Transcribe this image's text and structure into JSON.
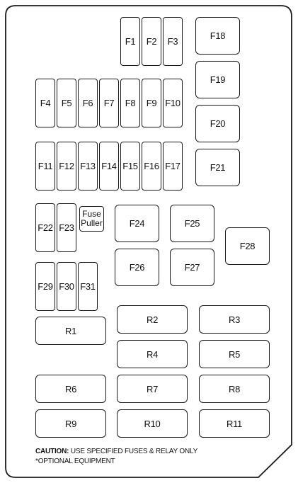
{
  "fuses": {
    "F1": "F1",
    "F2": "F2",
    "F3": "F3",
    "F4": "F4",
    "F5": "F5",
    "F6": "F6",
    "F7": "F7",
    "F8": "F8",
    "F9": "F9",
    "F10": "F10",
    "F11": "F11",
    "F12": "F12",
    "F13": "F13",
    "F14": "F14",
    "F15": "F15",
    "F16": "F16",
    "F17": "F17",
    "F18": "F18",
    "F19": "F19",
    "F20": "F20",
    "F21": "F21",
    "F22": "F22",
    "F23": "F23",
    "F24": "F24",
    "F25": "F25",
    "F26": "F26",
    "F27": "F27",
    "F28": "F28",
    "F29": "F29",
    "F30": "F30",
    "F31": "F31"
  },
  "relays": {
    "R1": "R1",
    "R2": "R2",
    "R3": "R3",
    "R4": "R4",
    "R5": "R5",
    "R6": "R6",
    "R7": "R7",
    "R8": "R8",
    "R9": "R9",
    "R10": "R10",
    "R11": "R11"
  },
  "fuse_puller": {
    "line1": "Fuse",
    "line2": "Puller"
  },
  "notes": {
    "caution_label": "CAUTION:",
    "caution_text": " USE SPECIFIED FUSES & RELAY ONLY",
    "optional": "*OPTIONAL  EQUIPMENT"
  }
}
